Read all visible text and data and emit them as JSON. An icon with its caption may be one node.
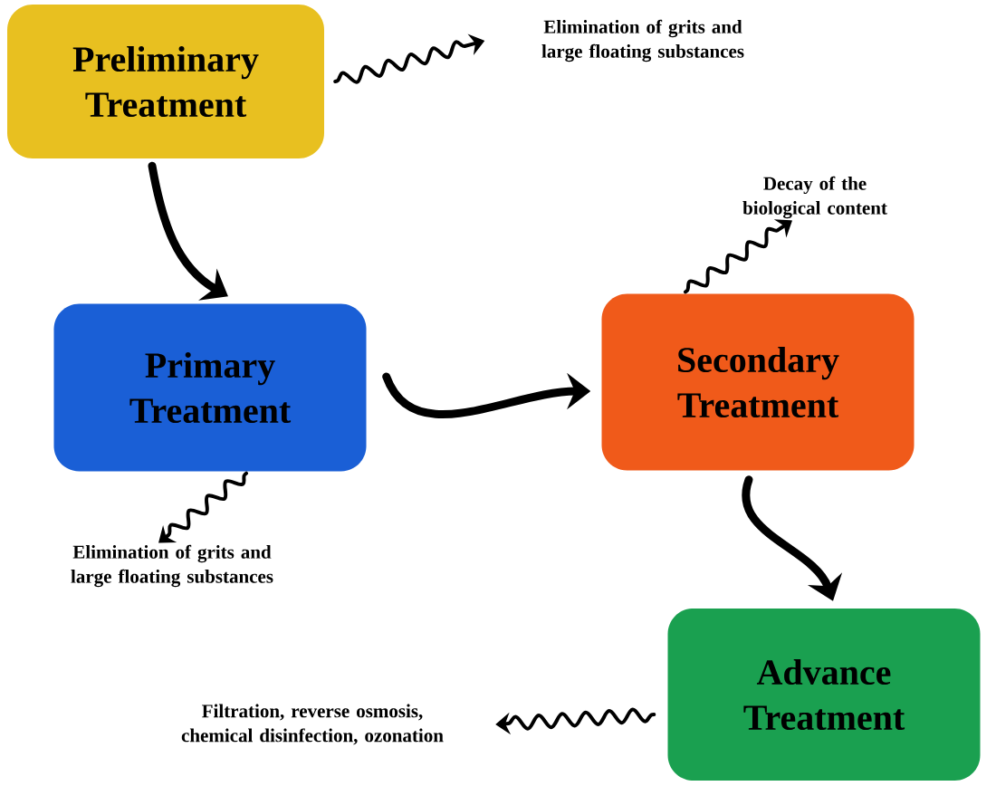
{
  "diagram": {
    "nodes": [
      {
        "text": [
          "Preliminary Treatment"
        ]
      },
      {
        "text": [
          "Elimination of grits and large floating substances"
        ]
      },
      {
        "text": [
          "Primary Treatment"
        ]
      },
      {
        "text": [
          "Secondary Treatment"
        ]
      },
      {
        "text": [
          "Decay of the biological content"
        ]
      },
      {
        "text": [
          "Elimination of grits and large floating substances"
        ]
      },
      {
        "text": [
          "Advance Treatment"
        ]
      },
      {
        "text": [
          "Filtration, reverse osmosis, chemical disinfection, ozonation"
        ]
      }
    ],
    "edges": [
      {
        "from": 0,
        "to": 1,
        "arrow": "to"
      },
      {
        "from": 0,
        "to": 2,
        "arrow": "to",
        "style": "thick"
      },
      {
        "from": 2,
        "to": 3,
        "arrow": "to",
        "style": "thick"
      },
      {
        "from": 3,
        "to": 4,
        "arrow": "to"
      },
      {
        "from": 2,
        "to": 5,
        "arrow": "to"
      },
      {
        "from": 3,
        "to": 6,
        "arrow": "to",
        "style": "thick"
      },
      {
        "from": 6,
        "to": 7,
        "arrow": "to"
      }
    ]
  }
}
